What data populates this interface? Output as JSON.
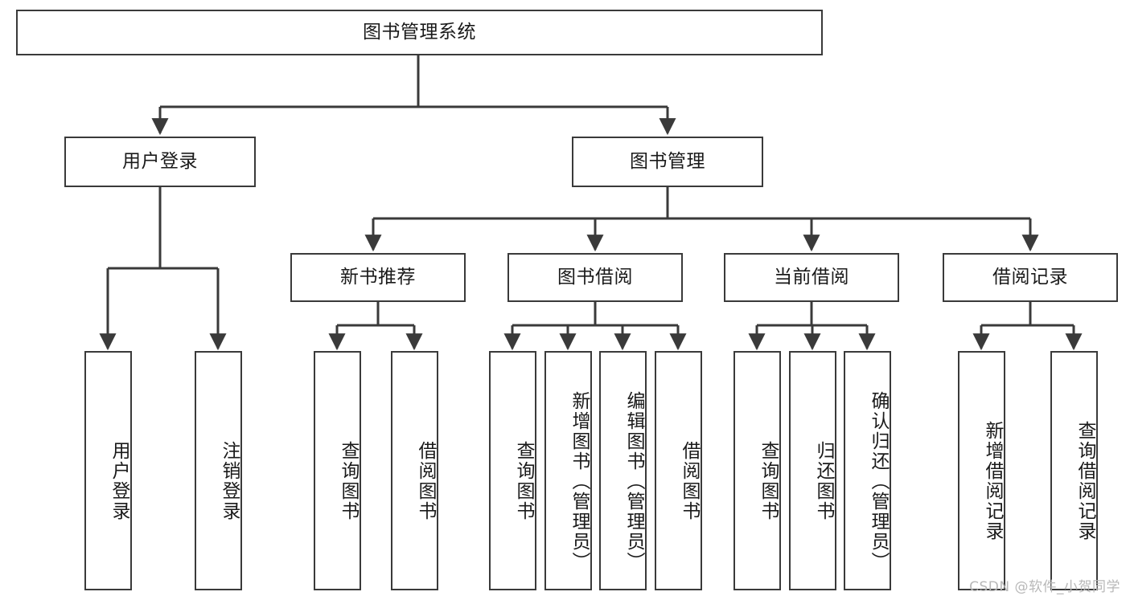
{
  "diagram": {
    "type": "tree-hierarchy-chart",
    "title": "图书管理系统",
    "stroke_color": "#3a3a3a",
    "background_color": "#ffffff",
    "levels": 4,
    "level1": [
      {
        "id": "root",
        "label": "图书管理系统",
        "orientation": "horizontal"
      }
    ],
    "level2": [
      {
        "id": "user-login",
        "label": "用户登录",
        "orientation": "horizontal"
      },
      {
        "id": "book-manage",
        "label": "图书管理",
        "orientation": "horizontal"
      }
    ],
    "level3": [
      {
        "id": "new-book-rec",
        "label": "新书推荐",
        "orientation": "horizontal"
      },
      {
        "id": "book-borrow",
        "label": "图书借阅",
        "orientation": "horizontal"
      },
      {
        "id": "current-borrow",
        "label": "当前借阅",
        "orientation": "horizontal"
      },
      {
        "id": "borrow-record",
        "label": "借阅记录",
        "orientation": "horizontal"
      }
    ],
    "level4": [
      {
        "id": "leaf-user-login",
        "label": "用户登录",
        "parent": "user-login",
        "orientation": "vertical"
      },
      {
        "id": "leaf-logout",
        "label": "注销登录",
        "parent": "user-login",
        "orientation": "vertical"
      },
      {
        "id": "leaf-query-book-1",
        "label": "查询图书",
        "parent": "new-book-rec",
        "orientation": "vertical"
      },
      {
        "id": "leaf-borrow-book-1",
        "label": "借阅图书",
        "parent": "new-book-rec",
        "orientation": "vertical"
      },
      {
        "id": "leaf-query-book-2",
        "label": "查询图书",
        "parent": "book-borrow",
        "orientation": "vertical"
      },
      {
        "id": "leaf-add-book",
        "label": "新增图书（管理员）",
        "parent": "book-borrow",
        "orientation": "vertical"
      },
      {
        "id": "leaf-edit-book",
        "label": "编辑图书（管理员）",
        "parent": "book-borrow",
        "orientation": "vertical"
      },
      {
        "id": "leaf-borrow-book-2",
        "label": "借阅图书",
        "parent": "book-borrow",
        "orientation": "vertical"
      },
      {
        "id": "leaf-query-book-3",
        "label": "查询图书",
        "parent": "current-borrow",
        "orientation": "vertical"
      },
      {
        "id": "leaf-return-book",
        "label": "归还图书",
        "parent": "current-borrow",
        "orientation": "vertical"
      },
      {
        "id": "leaf-confirm-return",
        "label": "确认归还（管理员）",
        "parent": "current-borrow",
        "orientation": "vertical"
      },
      {
        "id": "leaf-add-record",
        "label": "新增借阅记录",
        "parent": "borrow-record",
        "orientation": "vertical"
      },
      {
        "id": "leaf-query-record",
        "label": "查询借阅记录",
        "parent": "borrow-record",
        "orientation": "vertical"
      }
    ]
  },
  "watermark": {
    "text": "CSDN @软件_小贺同学"
  }
}
